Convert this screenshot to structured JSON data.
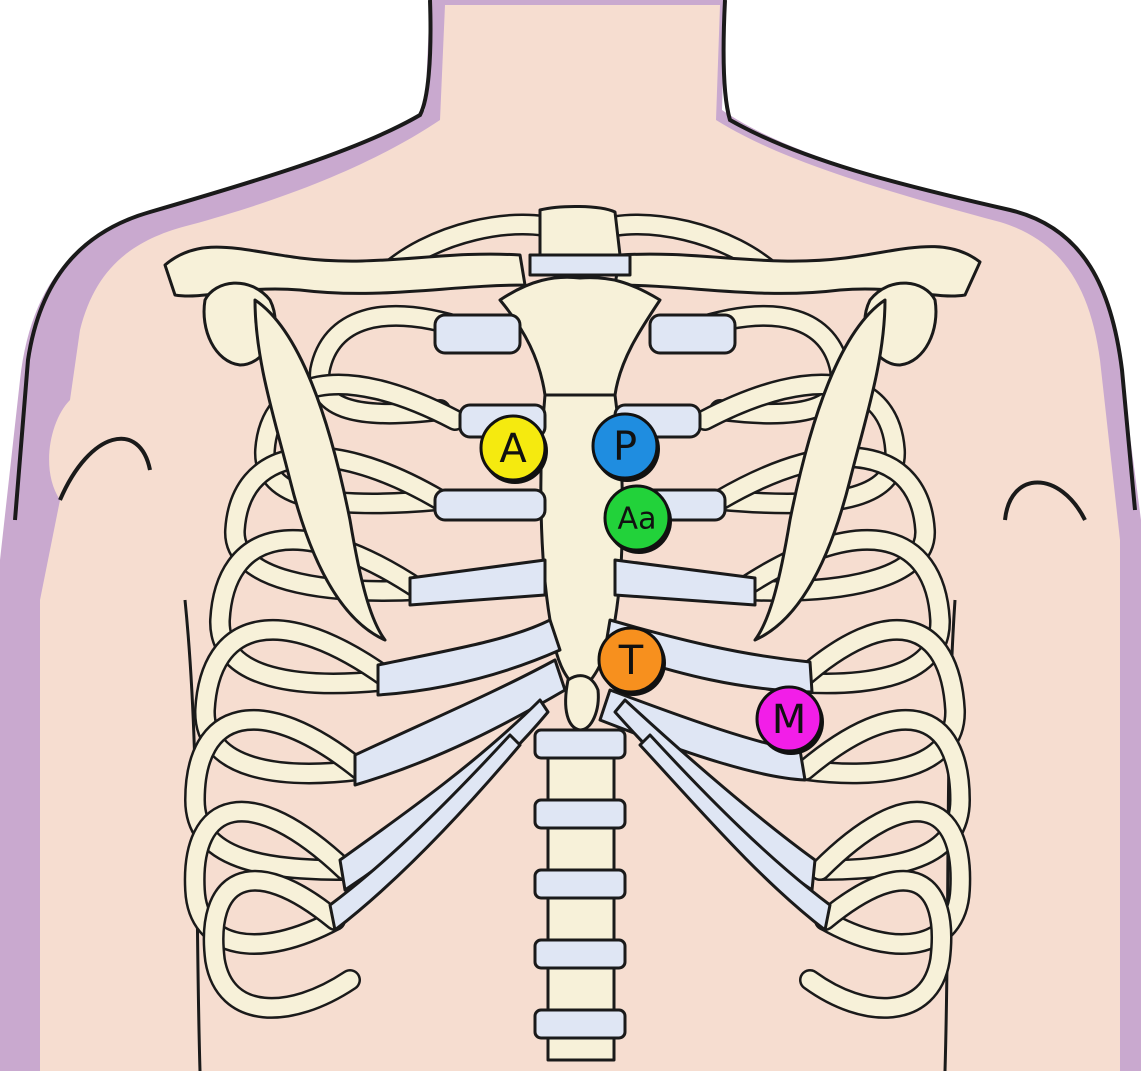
{
  "diagram": {
    "colors": {
      "skin": "#f6ddd0",
      "skin_shadow": "#c9a9cf",
      "bone": "#f7f1d9",
      "cartilage": "#dfe6f4",
      "outline": "#1a1a1a"
    },
    "auscultation_points": [
      {
        "id": "aortic",
        "label": "A",
        "color": "#f5ea0f"
      },
      {
        "id": "pulmonic",
        "label": "P",
        "color": "#1f8de0"
      },
      {
        "id": "accessory-aortic",
        "label": "Aa",
        "color": "#22d23a"
      },
      {
        "id": "tricuspid",
        "label": "T",
        "color": "#f7901e"
      },
      {
        "id": "mitral",
        "label": "M",
        "color": "#f21ee8"
      }
    ]
  }
}
